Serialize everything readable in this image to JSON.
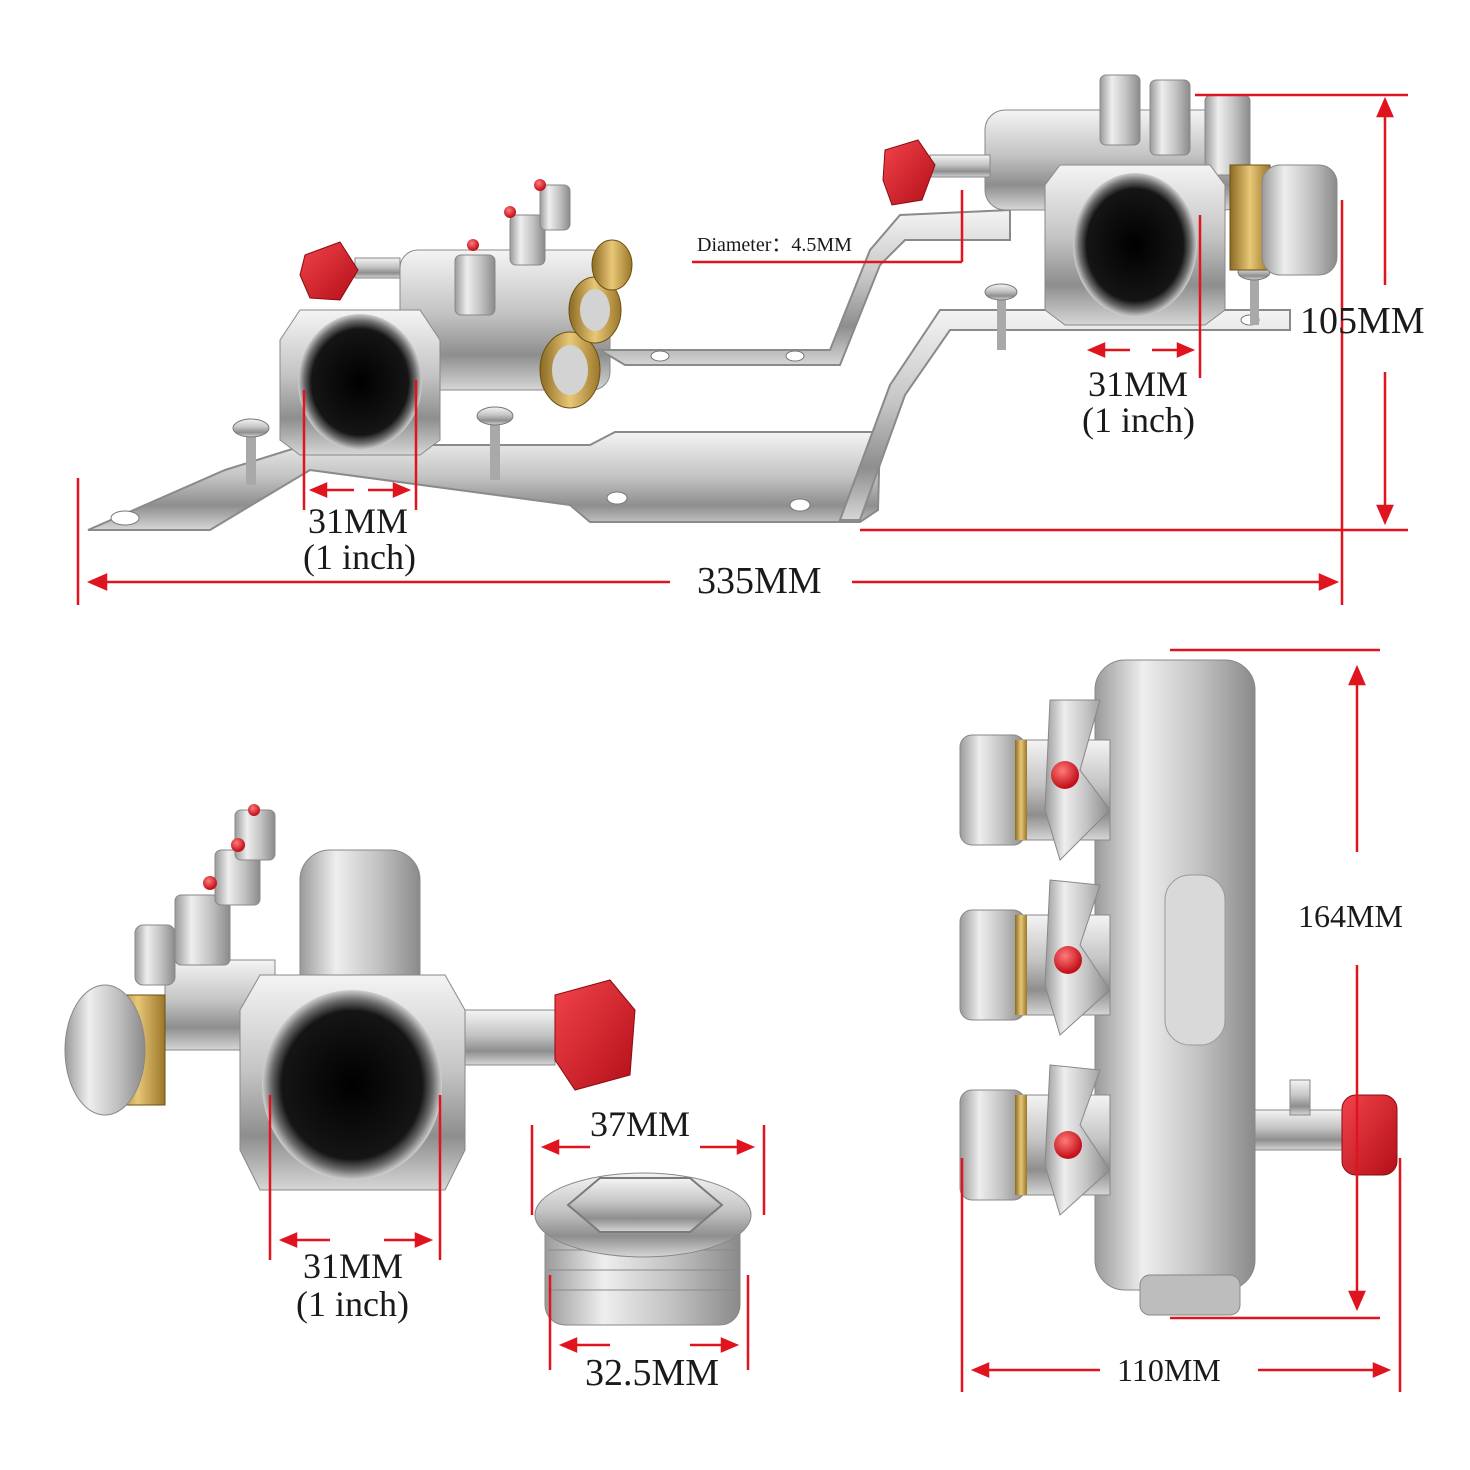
{
  "labels": {
    "diameter": "Diameter：4.5MM",
    "top_right_height": "105MM",
    "top_right_inlet_mm": "31MM",
    "top_right_inlet_inch": "(1 inch)",
    "top_left_inlet_mm": "31MM",
    "top_left_inlet_inch": "(1 inch)",
    "total_length": "335MM",
    "front_inlet_mm": "31MM",
    "front_inlet_inch": "(1 inch)",
    "cap_outer": "37MM",
    "cap_thread": "32.5MM",
    "side_height": "164MM",
    "side_width": "110MM"
  },
  "colors": {
    "dimension_line": "#e0141e",
    "brass": "#c9a24a",
    "nickel": "#cfcfcf",
    "valve_cap": "#d8202b"
  }
}
